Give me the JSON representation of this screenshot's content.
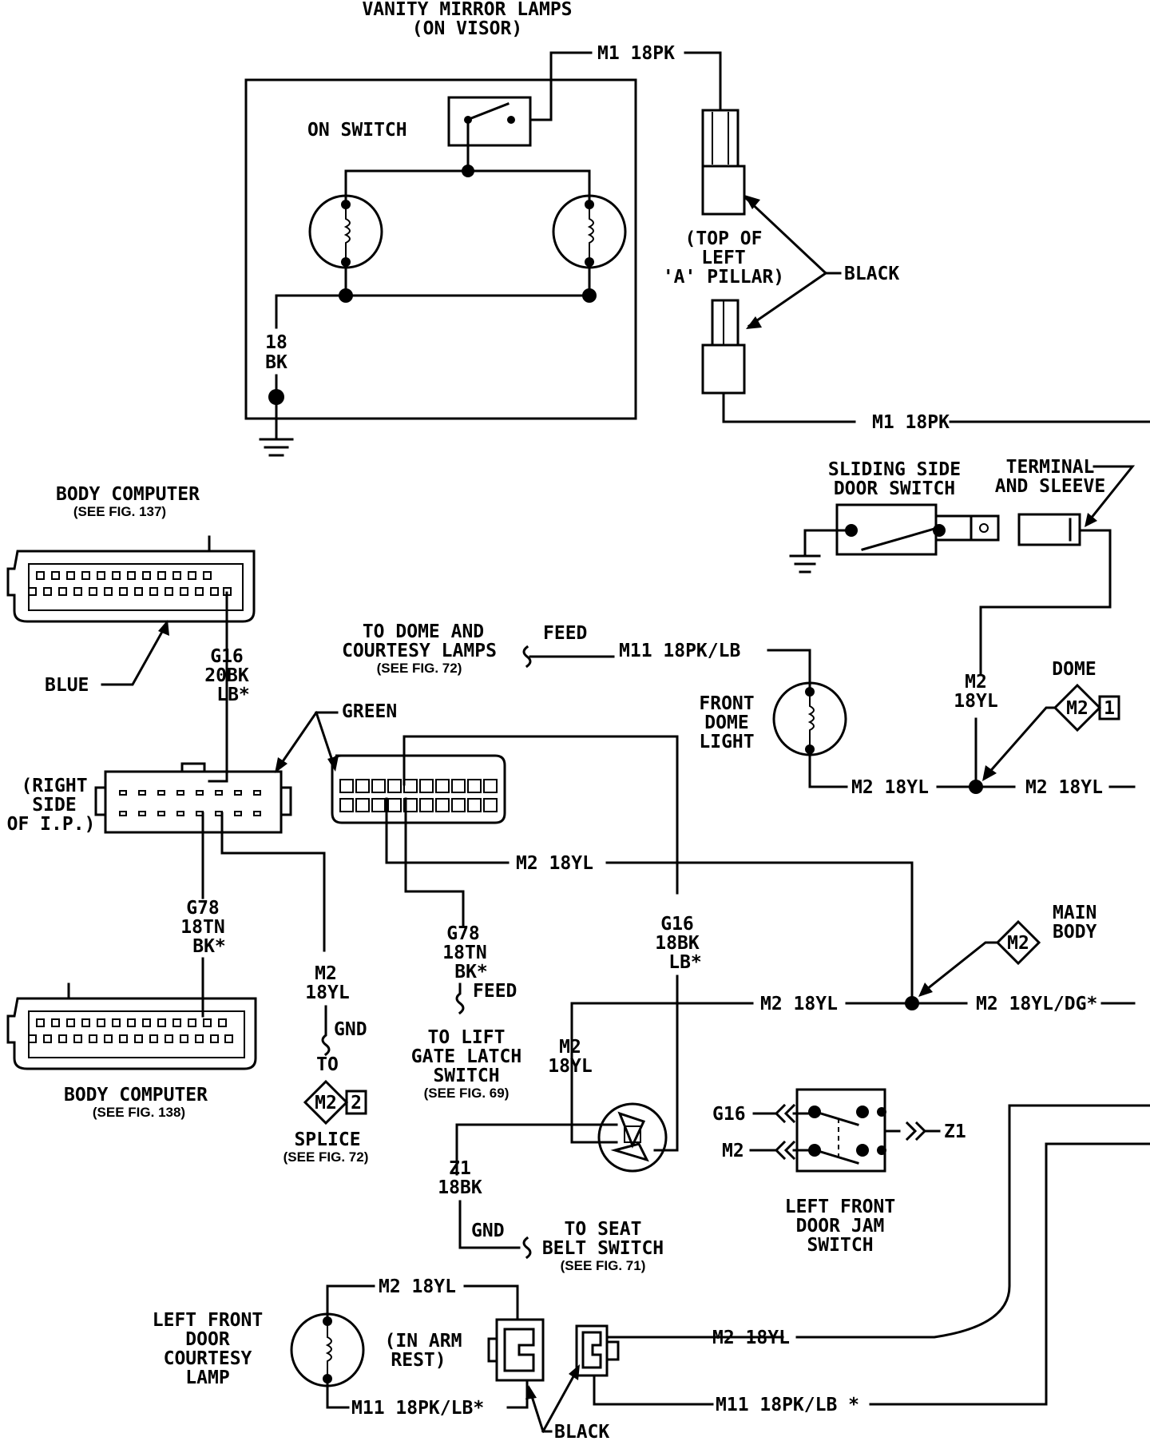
{
  "vanity": {
    "title_line1": "VANITY MIRROR LAMPS",
    "title_line2": "(ON VISOR)",
    "on_switch": "ON SWITCH",
    "ground_wire_gauge": "18",
    "ground_wire_color": "BK"
  },
  "wires": {
    "m1_top": "M1 18PK",
    "m1_bottom": "M1 18PK",
    "m11_feed": "M11 18PK/LB",
    "m2_dome_left": "M2 18YL",
    "m2_dome_right": "M2 18YL",
    "m2_vert_gauge": "M2",
    "m2_vert_color": "18YL",
    "m2_mid": "M2 18YL",
    "m2_lower": "M2 18YL",
    "m2_main_right": "M2 18YL/DG*",
    "m2_courtesy": "M2 18YL",
    "m11_courtesy": "M11 18PK/LB*",
    "m2_armrest_right": "M2 18YL",
    "m11_armrest_right": "M11 18PK/LB *"
  },
  "pillar": {
    "line1": "(TOP OF",
    "line2": "LEFT",
    "line3": "'A' PILLAR)",
    "color": "BLACK"
  },
  "sliding_door": {
    "line1": "SLIDING SIDE",
    "line2": "DOOR SWITCH",
    "terminal_line1": "TERMINAL",
    "terminal_line2": "AND SLEEVE"
  },
  "body_computer_top": {
    "title": "BODY COMPUTER",
    "ref": "(SEE FIG. 137)",
    "color": "BLUE",
    "wire_line1": "G16",
    "wire_line2": "20BK",
    "wire_line3": "LB*"
  },
  "dome_feed": {
    "line1": "TO DOME AND",
    "line2": "COURTESY LAMPS",
    "ref": "(SEE FIG. 72)",
    "feed": "FEED"
  },
  "front_dome": {
    "line1": "FRONT",
    "line2": "DOME",
    "line3": "LIGHT"
  },
  "splices": {
    "dome_label": "DOME",
    "dome_code": "M2",
    "dome_num": "1",
    "main_code": "M2",
    "main_line1": "MAIN",
    "main_line2": "BODY",
    "splice_code": "M2",
    "splice_num": "2",
    "splice_label": "SPLICE",
    "splice_ref": "(SEE FIG. 72)",
    "to": "TO",
    "gnd": "GND"
  },
  "ip_connector": {
    "line1": "(RIGHT",
    "line2": "SIDE",
    "line3": "OF I.P.)",
    "green": "GREEN"
  },
  "g78_left": {
    "line1": "G78",
    "line2": "18TN",
    "line3": "BK*"
  },
  "g78_center": {
    "line1": "G78",
    "line2": "18TN",
    "line3": "BK*",
    "feed": "FEED"
  },
  "liftgate": {
    "line1": "TO LIFT",
    "line2": "GATE LATCH",
    "line3": "SWITCH",
    "ref": "(SEE FIG. 69)"
  },
  "g16_center": {
    "line1": "G16",
    "line2": "18BK",
    "line3": "LB*"
  },
  "m2_seatbelt": {
    "line1": "M2",
    "line2": "18YL"
  },
  "body_computer_bottom": {
    "title": "BODY COMPUTER",
    "ref": "(SEE FIG. 138)"
  },
  "z1": {
    "line1": "Z1",
    "line2": "18BK",
    "gnd": "GND"
  },
  "seatbelt": {
    "line1": "TO SEAT",
    "line2": "BELT SWITCH",
    "ref": "(SEE FIG. 71)"
  },
  "jam_switch": {
    "g16": "G16",
    "m2": "M2",
    "z1": "Z1",
    "line1": "LEFT FRONT",
    "line2": "DOOR JAM",
    "line3": "SWITCH"
  },
  "courtesy_lamp": {
    "line1": "LEFT FRONT",
    "line2": "DOOR",
    "line3": "COURTESY",
    "line4": "LAMP",
    "arm_line1": "(IN ARM",
    "arm_line2": "REST)",
    "black": "BLACK"
  }
}
